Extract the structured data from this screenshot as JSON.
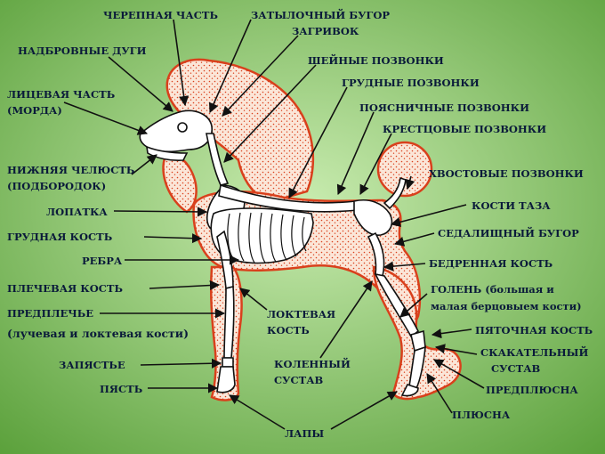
{
  "colors": {
    "background_center": "#c9ecb0",
    "background_edge": "#5aa03a",
    "coat_fill": "#fbe6d8",
    "coat_dots": "#d9401c",
    "bone": "#ffffff",
    "outline": "#111111",
    "label_text": "#0a1a3a"
  },
  "labels": {
    "skull_cranial": "ЧЕРЕПНАЯ ЧАСТЬ",
    "occipital": "ЗАТЫЛОЧНЫЙ БУГОР",
    "withers": "ЗАГРИВОК",
    "brow_ridges": "НАДБРОВНЫЕ ДУГИ",
    "cervical": "ШЕЙНЫЕ  ПОЗВОНКИ",
    "thoracic": "ГРУДНЫЕ  ПОЗВОНКИ",
    "facial_1": "ЛИЦЕВАЯ ЧАСТЬ",
    "facial_2": " (МОРДА)",
    "lumbar": "ПОЯСНИЧНЫЕ  ПОЗВОНКИ",
    "sacral": "КРЕСТЦОВЫЕ ПОЗВОНКИ",
    "jaw_1": "НИЖНЯЯ ЧЕЛЮСТЬ",
    "jaw_2": "(ПОДБОРОДОК)",
    "tail": "ХВОСТОВЫЕ ПОЗВОНКИ",
    "scapula": "ЛОПАТКА",
    "pelvis": "КОСТИ  ТАЗА",
    "sternum": "ГРУДНАЯ КОСТЬ",
    "ischial": "СЕДАЛИЩНЫЙ БУГОР",
    "ribs": "РЕБРА",
    "femur": "БЕДРЕННАЯ   КОСТЬ",
    "humerus": "ПЛЕЧЕВАЯ КОСТЬ",
    "shin_1": "ГОЛЕНЬ (большая и",
    "shin_2": "малая берцовыем кости)",
    "forearm_1": "ПРЕДПЛЕЧЬЕ",
    "forearm_2": "(лучевая и локтевая кости)",
    "elbow_1": "ЛОКТЕВАЯ",
    "elbow_2": "КОСТЬ",
    "heel": "ПЯТОЧНАЯ КОСТЬ",
    "hock_1": "СКАКАТЕЛЬНЫЙ",
    "hock_2": "СУСТАВ",
    "wrist": "ЗАПЯСТЬЕ",
    "knee_1": "КОЛЕННЫЙ",
    "knee_2": "СУСТАВ",
    "metacarpus": "ПЯСТЬ",
    "tarsus": "ПРЕДПЛЮСНА",
    "metatarsus": "ПЛЮСНА",
    "paws": "ЛАПЫ"
  }
}
